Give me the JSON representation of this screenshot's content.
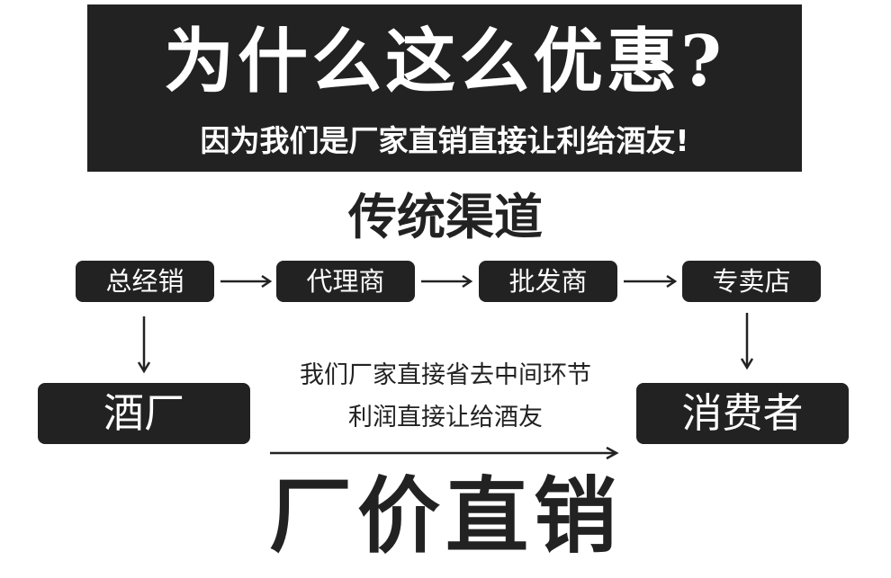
{
  "banner": {
    "title": "为什么这么优惠?",
    "subtitle": "因为我们是厂家直销直接让利给酒友!"
  },
  "section_title": "传统渠道",
  "chain": [
    {
      "label": "总经销"
    },
    {
      "label": "代理商"
    },
    {
      "label": "批发商"
    },
    {
      "label": "专卖店"
    }
  ],
  "source_box": "酒厂",
  "target_box": "消费者",
  "middle_text": {
    "line1": "我们厂家直接省去中间环节",
    "line2": "利润直接让给酒友"
  },
  "bottom_title": "厂价直销",
  "colors": {
    "dark": "#222222",
    "light": "#ffffff"
  }
}
